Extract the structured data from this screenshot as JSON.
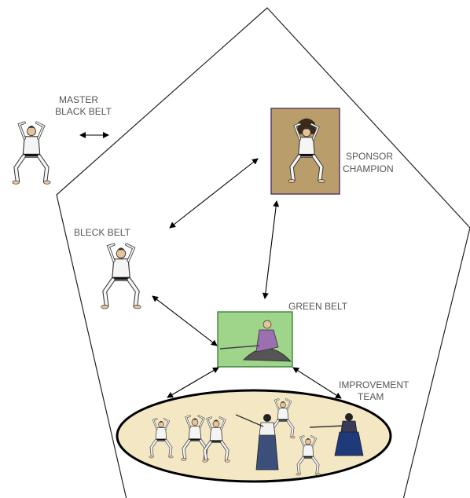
{
  "labels": {
    "master_line1": "MASTER",
    "master_line2": "BLACK BELT",
    "sponsor_line1": "SPONSOR",
    "sponsor_line2": "CHAMPION",
    "bleck_belt": "BLECK BELT",
    "green_belt": "GREEN BELT",
    "improvement_line1": "IMPROVEMENT",
    "improvement_line2": "TEAM"
  },
  "colors": {
    "pentagon_stroke": "#222222",
    "sponsor_box_fill": "#b99e6b",
    "sponsor_box_stroke": "#5a3a6a",
    "green_box_fill": "#9ed58a",
    "green_box_stroke": "#2f7a2f",
    "team_ellipse_fill": "#f4e8c4",
    "team_ellipse_stroke": "#000000",
    "arrow": "#000000",
    "label_text": "#555555"
  },
  "icons": {
    "master": "karate-fighter-black-belt-icon",
    "sponsor": "karate-champion-icon",
    "bleck": "karate-fighter-black-belt-icon",
    "green": "kneeling-swordsman-icon",
    "team": [
      "judo-pair-icon",
      "judo-pair-icon",
      "kicking-fighter-icon",
      "kendo-fighter-icon",
      "karate-fighter-icon",
      "kendo-fighter-icon"
    ]
  }
}
